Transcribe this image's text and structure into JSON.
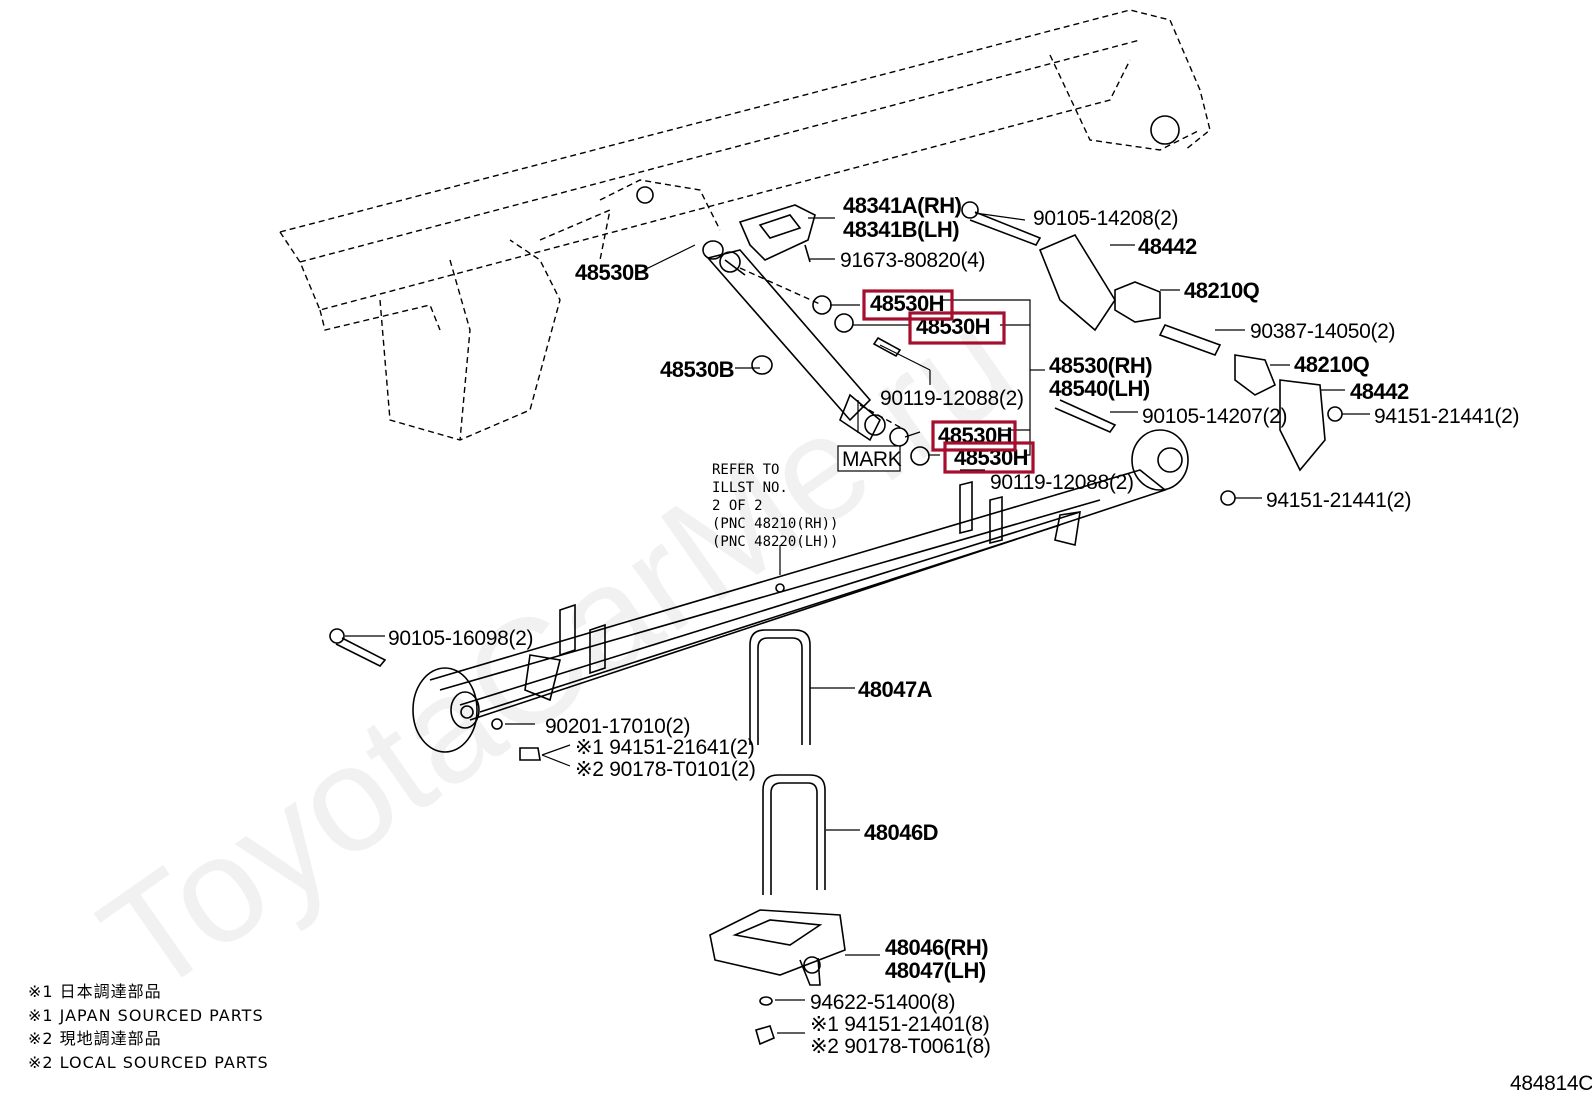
{
  "watermark": "ToyotaCarMe.ru",
  "diagram_id": "484814C",
  "colors": {
    "highlight": "#a50e2d",
    "line": "#000000",
    "background": "#ffffff"
  },
  "labels": {
    "l48341a": "48341A(RH)",
    "l48341b": "48341B(LH)",
    "l90105_14208": "90105-14208(2)",
    "l48442_top": "48442",
    "l48210q_top": "48210Q",
    "l91673": "91673-80820(4)",
    "l48530b_top": "48530B",
    "l48530h_1": "48530H",
    "l48530h_2": "48530H",
    "l90387": "90387-14050(2)",
    "l48210q_mid": "48210Q",
    "l48530rh": "48530(RH)",
    "l48540lh": "48540(LH)",
    "l48442_mid": "48442",
    "l48530b_mid": "48530B",
    "l90119_top": "90119-12088(2)",
    "l90105_14207": "90105-14207(2)",
    "l94151_21441_a": "94151-21441(2)",
    "l48530h_3": "48530H",
    "l48530h_4": "48530H",
    "mark": "MARK",
    "l90119_bot": "90119-12088(2)",
    "l94151_21441_b": "94151-21441(2)",
    "l90105_16098": "90105-16098(2)",
    "l48047a": "48047A",
    "l90201": "90201-17010(2)",
    "l94151_21641": "※1 94151-21641(2)",
    "l90178_t0101": "※2 90178-T0101(2)",
    "l48046d": "48046D",
    "l48046rh": "48046(RH)",
    "l48047lh": "48047(LH)",
    "l94622": "94622-51400(8)",
    "l94151_21401": "※1 94151-21401(8)",
    "l90178_t0061": "※2 90178-T0061(8)"
  },
  "refer_note": [
    "REFER TO",
    "ILLST NO.",
    "2 OF 2",
    "(PNC 48210(RH))",
    "(PNC 48220(LH))"
  ],
  "legend": [
    "※1 日本調達部品",
    "※1 JAPAN SOURCED PARTS",
    "※2 現地調達部品",
    "※2 LOCAL SOURCED PARTS"
  ]
}
